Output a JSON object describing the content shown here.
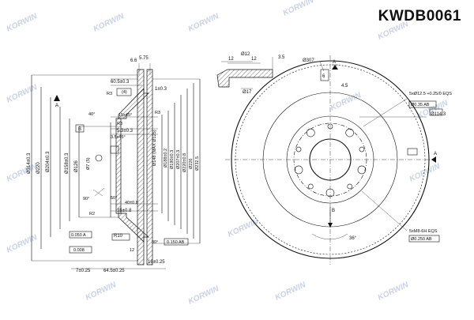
{
  "part_number": "KWDB0061",
  "watermark": "KORWIN",
  "section_view": {
    "top_dims": [
      "6.6",
      "5.75",
      "60.5±0.3",
      "1±0.3",
      "15x45°",
      "3.5x45°",
      "5.3±0.3",
      "35±0.8",
      "R3",
      "R3",
      "R3",
      "(4)",
      "40°",
      "90°",
      "50°",
      "R2",
      "R10",
      "30°",
      "40±0.8"
    ],
    "diameters": [
      "Ø314±0.3",
      "Ø220",
      "Ø204±0.3",
      "Ø158±0.3",
      "Ø126",
      "Ø148 (MAX Ø125)",
      "Ø188±0.2",
      "Ø190±0.3",
      "Ø207±0.3",
      "Ø220±0.8",
      "Ø226",
      "Ø232.5"
    ],
    "bottom_dims": [
      "7±0.25",
      "64.5±0.25",
      "18±0.25",
      "12"
    ],
    "tolerances": [
      "0.050 A",
      "0.008",
      "0.150 AB"
    ],
    "datum": "A",
    "bolt_circle_label": "Ø7 (5)",
    "view_label": "B"
  },
  "detail_view": {
    "dims": [
      "Ø12",
      "12",
      "12",
      "3.5",
      "Ø17"
    ]
  },
  "front_view": {
    "dims": [
      "Ø307",
      "6",
      "4.5",
      "Ø114.3",
      "36°"
    ],
    "callouts": [
      "5xØ12.5 +0.25/0 EQS",
      "Ø0.35 AB",
      "5xM8-6H EQS",
      "Ø0.250 AB"
    ],
    "datum": "A",
    "view_label": "B"
  }
}
